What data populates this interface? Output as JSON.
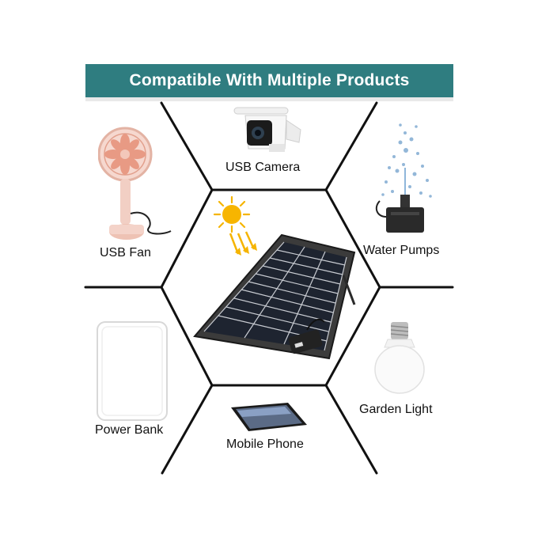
{
  "banner": {
    "title": "Compatible With Multiple Products",
    "color": "#2f7d80"
  },
  "products": {
    "usb_camera": "USB Camera",
    "usb_fan": "USB Fan",
    "water_pumps": "Water Pumps",
    "power_bank": "Power Bank",
    "garden_light": "Garden Light",
    "mobile_phone": "Mobile Phone"
  },
  "icons": [
    "sun-icon",
    "solar-panel-image",
    "usb-fan-image",
    "usb-camera-image",
    "water-pump-image",
    "power-bank-image",
    "garden-light-bulb-image",
    "mobile-phone-image"
  ]
}
